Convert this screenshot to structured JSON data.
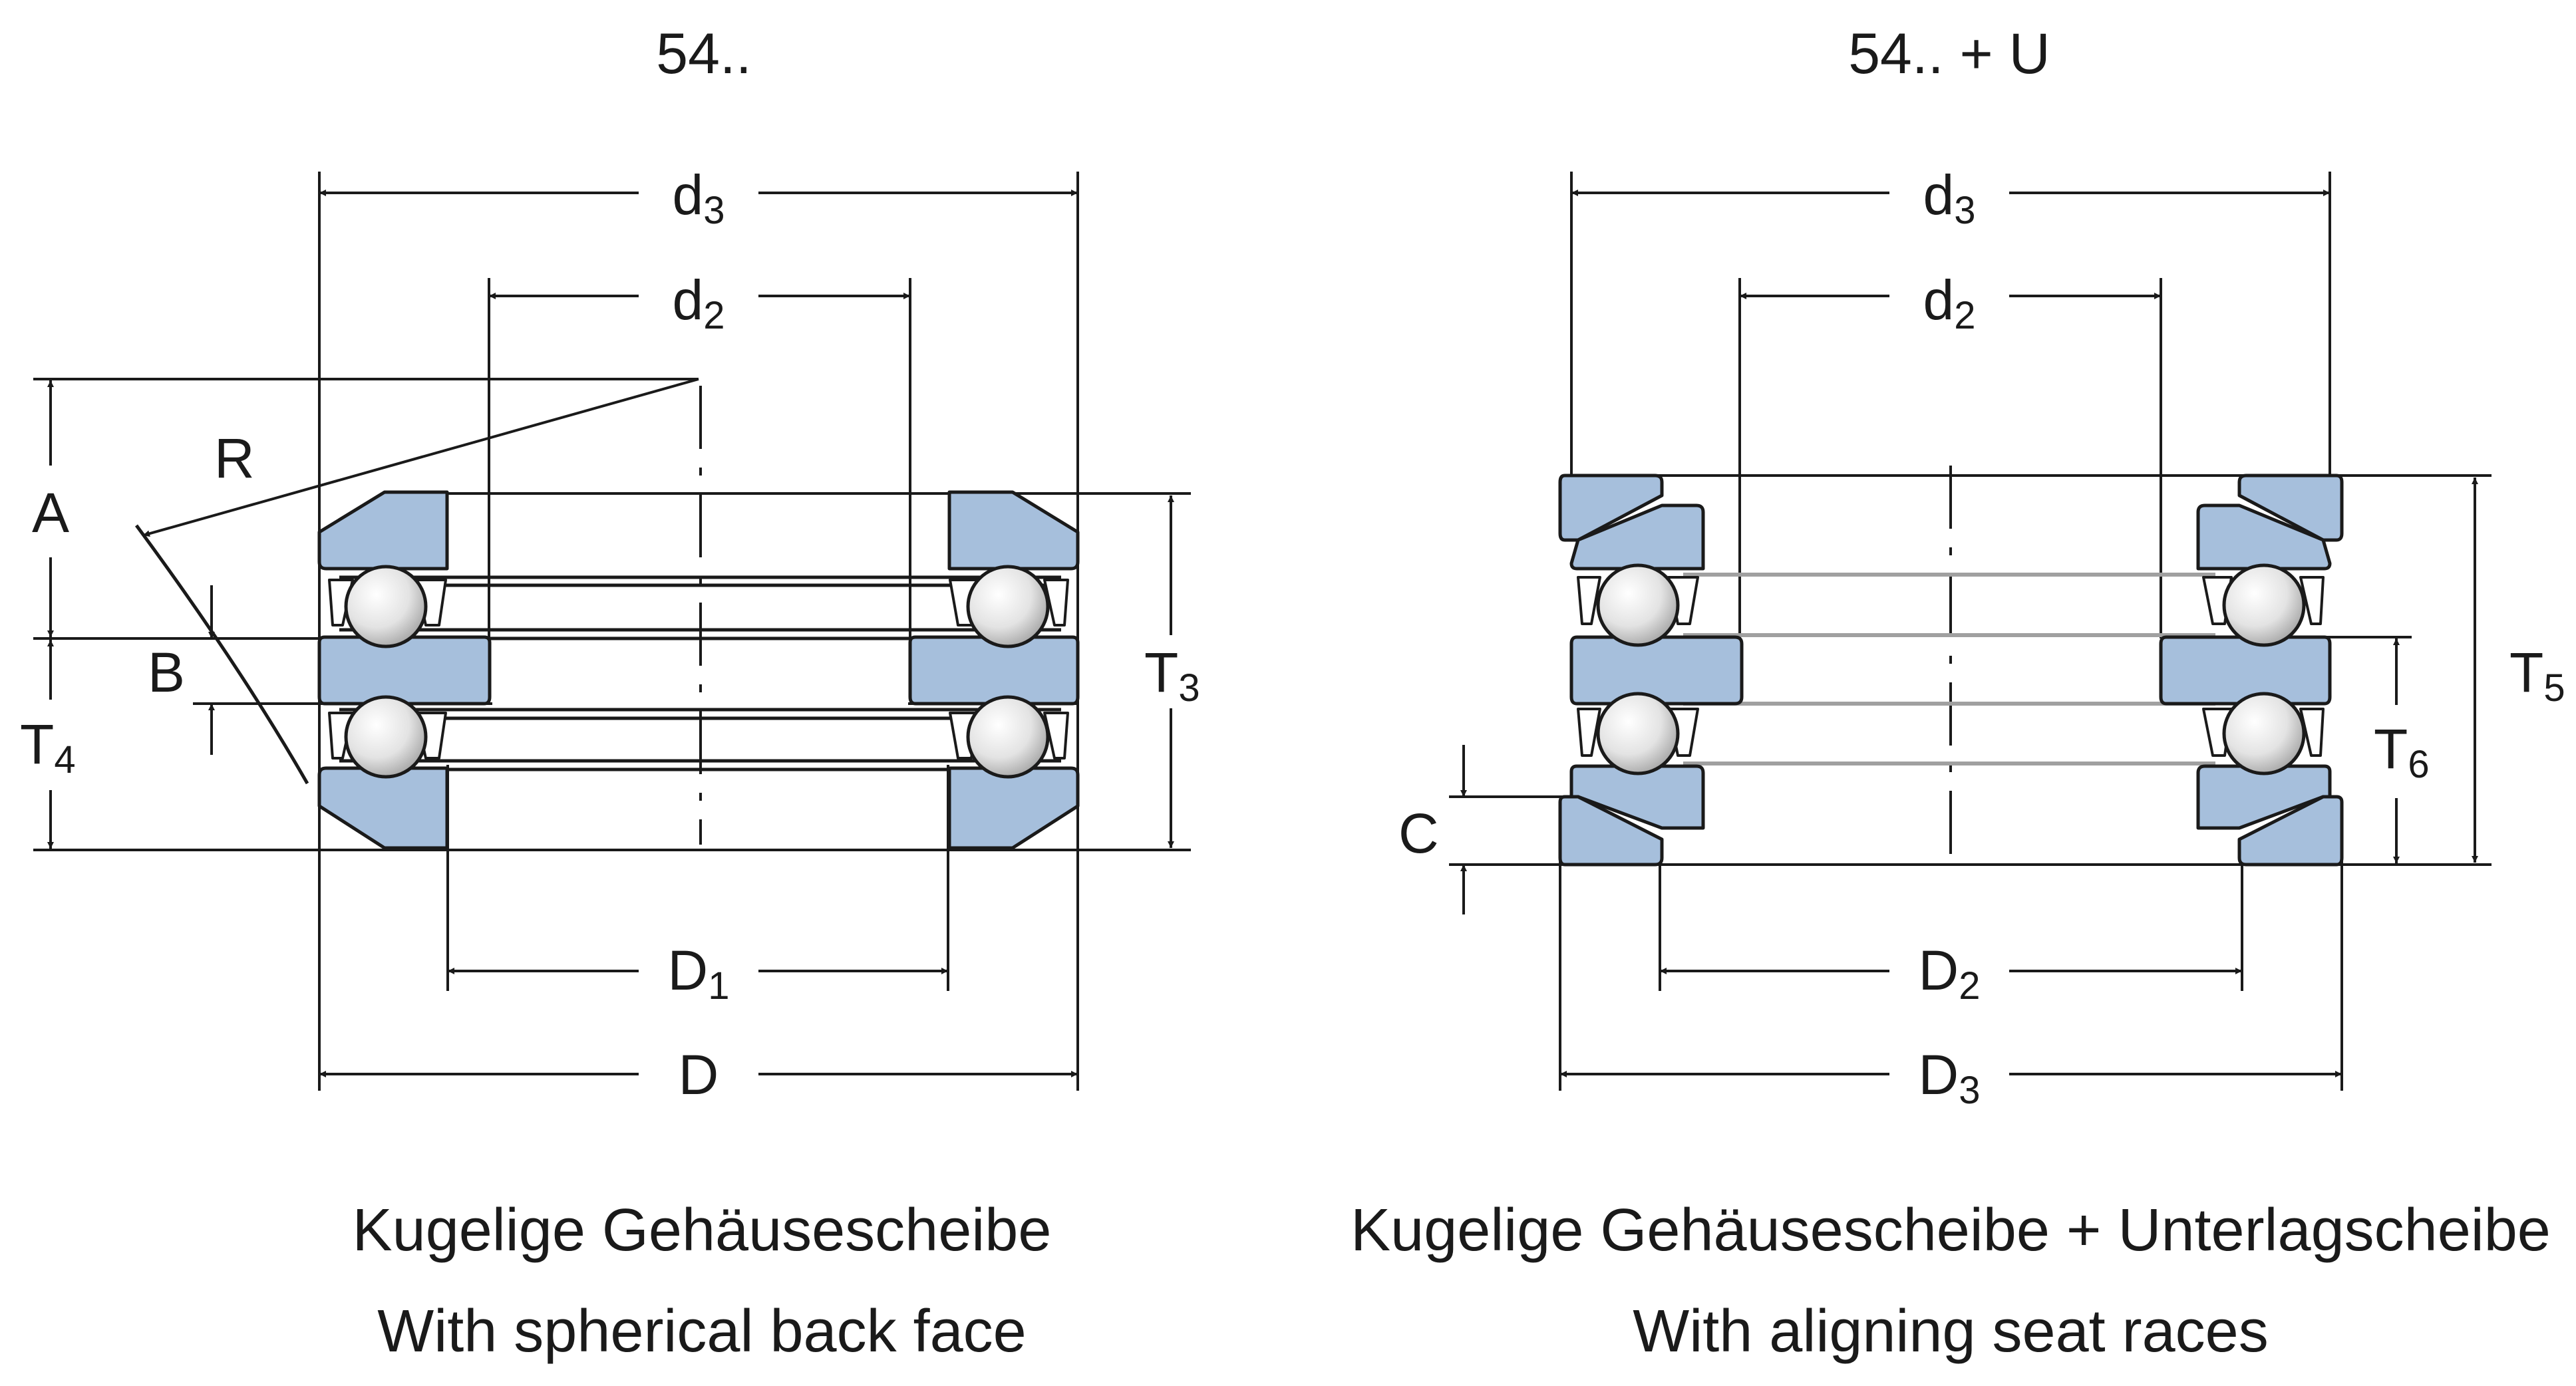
{
  "colors": {
    "race": "#a6bfdc",
    "ball_light": "#ffffff",
    "ball_dark": "#9a9a9a",
    "seat_line": "#a0a0a0"
  },
  "left": {
    "title": "54..",
    "caption_de": "Kugelige Gehäusescheibe",
    "caption_en": "With spherical back face",
    "dims": {
      "d3": {
        "main": "d",
        "sub": "3"
      },
      "d2": {
        "main": "d",
        "sub": "2"
      },
      "D1": {
        "main": "D",
        "sub": "1"
      },
      "D": {
        "main": "D",
        "sub": ""
      },
      "T3": {
        "main": "T",
        "sub": "3"
      },
      "T4": {
        "main": "T",
        "sub": "4"
      },
      "A": {
        "main": "A",
        "sub": ""
      },
      "B": {
        "main": "B",
        "sub": ""
      },
      "R": {
        "main": "R",
        "sub": ""
      }
    }
  },
  "right": {
    "title": "54.. + U",
    "caption_de": "Kugelige Gehäusescheibe + Unterlagscheibe",
    "caption_en": "With aligning seat races",
    "dims": {
      "d3": {
        "main": "d",
        "sub": "3"
      },
      "d2": {
        "main": "d",
        "sub": "2"
      },
      "D2": {
        "main": "D",
        "sub": "2"
      },
      "D3": {
        "main": "D",
        "sub": "3"
      },
      "T5": {
        "main": "T",
        "sub": "5"
      },
      "T6": {
        "main": "T",
        "sub": "6"
      },
      "C": {
        "main": "C",
        "sub": ""
      }
    }
  }
}
